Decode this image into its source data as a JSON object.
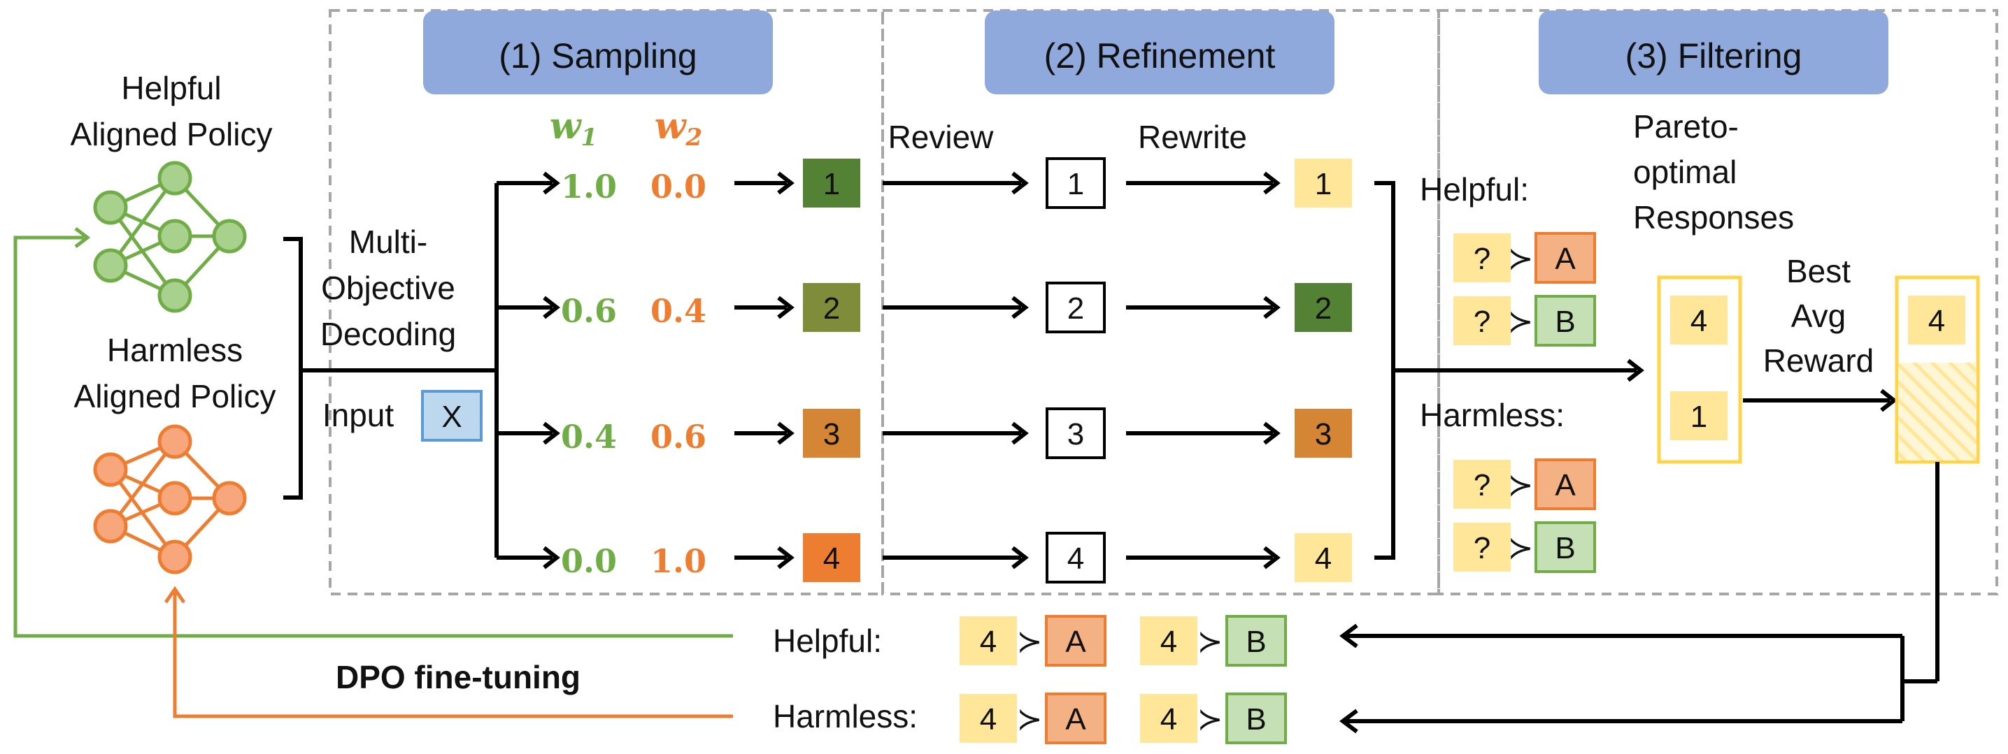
{
  "stages": [
    {
      "title": "(1) Sampling"
    },
    {
      "title": "(2) Refinement"
    },
    {
      "title": "(3) Filtering"
    }
  ],
  "policies": {
    "helpful_line1": "Helpful",
    "helpful_line2": "Aligned Policy",
    "harmless_line1": "Harmless",
    "harmless_line2": "Aligned Policy"
  },
  "decoding": {
    "line1": "Multi-",
    "line2": "Objective",
    "line3": "Decoding",
    "input_label": "Input",
    "input_symbol": "X"
  },
  "weights": {
    "w1_base": "w",
    "w1_sub": "1",
    "w2_base": "w",
    "w2_sub": "2",
    "rows": [
      {
        "w1": "1.0",
        "w2": "0.0",
        "sample": "1",
        "draft": "1",
        "refined": "1"
      },
      {
        "w1": "0.6",
        "w2": "0.4",
        "sample": "2",
        "draft": "2",
        "refined": "2"
      },
      {
        "w1": "0.4",
        "w2": "0.6",
        "sample": "3",
        "draft": "3",
        "refined": "3"
      },
      {
        "w1": "0.0",
        "w2": "1.0",
        "sample": "4",
        "draft": "4",
        "refined": "4"
      }
    ]
  },
  "refinement": {
    "review_label": "Review",
    "rewrite_label": "Rewrite"
  },
  "filtering": {
    "helpful_label": "Helpful:",
    "harmless_label": "Harmless:",
    "unknown_symbol": "?",
    "pref_symbol": "≻",
    "ref_a": "A",
    "ref_b": "B",
    "pareto_line1": "Pareto-",
    "pareto_line2": "optimal",
    "pareto_line3": "Responses",
    "pareto_items": [
      "4",
      "1"
    ],
    "best_line1": "Best",
    "best_line2": "Avg",
    "best_line3": "Reward",
    "best_item": "4"
  },
  "preference_data": {
    "helpful_label": "Helpful:",
    "harmless_label": "Harmless:",
    "winner": "4",
    "pref_symbol": "≻",
    "ref_a": "A",
    "ref_b": "B"
  },
  "feedback": {
    "dpo_label": "DPO fine-tuning"
  },
  "colors": {
    "helpful_green": "#71ad47",
    "harmless_orange": "#ed7d31",
    "stage_header": "#8fa9dc",
    "pale_yellow": "#ffe699",
    "pareto_border": "#ffd44a",
    "sample1": "#548235",
    "sample2": "#7f8c3a",
    "sample3": "#d48634",
    "sample4": "#ed7d31",
    "ref_a_fill": "#f4b183",
    "ref_b_fill": "#c5e0b4",
    "input_fill": "#bdd7ee",
    "input_border": "#5b9bd5"
  }
}
